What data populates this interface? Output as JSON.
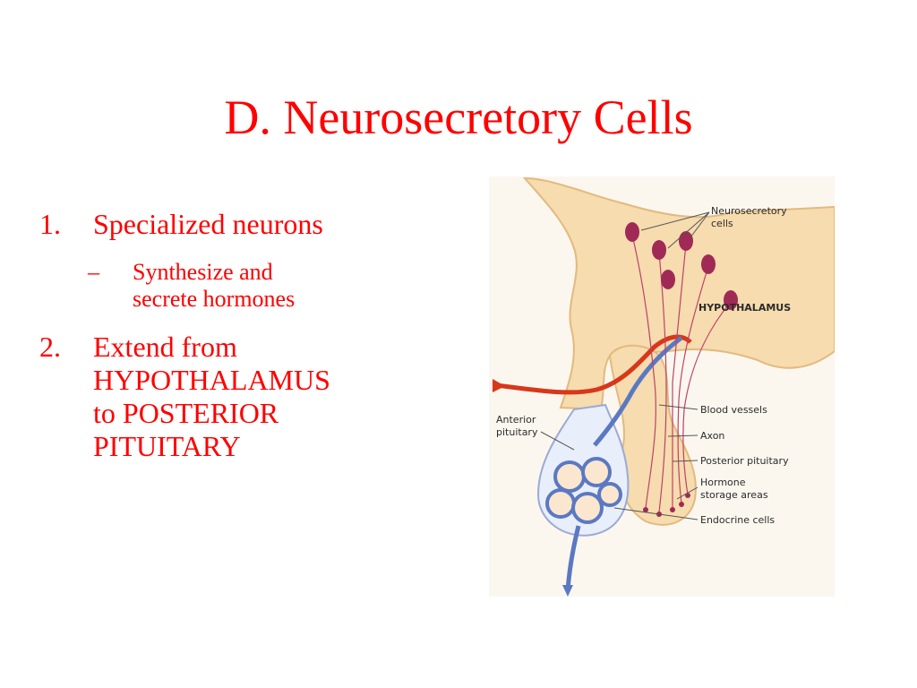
{
  "slide": {
    "title": "D.  Neurosecretory Cells",
    "bullets": [
      {
        "number": "1.",
        "text": "Specialized neurons",
        "sub": {
          "dash": "–",
          "lines": [
            "Synthesize and",
            "secrete hormones"
          ]
        }
      },
      {
        "number": "2.",
        "lines": [
          "Extend from",
          "HYPOTHALAMUS",
          "to POSTERIOR",
          "PITUITARY"
        ]
      }
    ]
  },
  "figure": {
    "labels": {
      "neurosecretory_cells": [
        "Neurosecretory",
        "cells"
      ],
      "hypothalamus": "HYPOTHALAMUS",
      "anterior_pituitary": [
        "Anterior",
        "pituitary"
      ],
      "blood_vessels": "Blood vessels",
      "axon": "Axon",
      "posterior_pituitary": "Posterior pituitary",
      "hormone_storage": [
        "Hormone",
        "storage areas"
      ],
      "endocrine_cells": "Endocrine cells"
    },
    "colors": {
      "title_text": "#ff0000",
      "tissue": "#f6dcae",
      "cells": "#a02a55",
      "artery": "#d8371a",
      "vein": "#5b79c2"
    }
  }
}
